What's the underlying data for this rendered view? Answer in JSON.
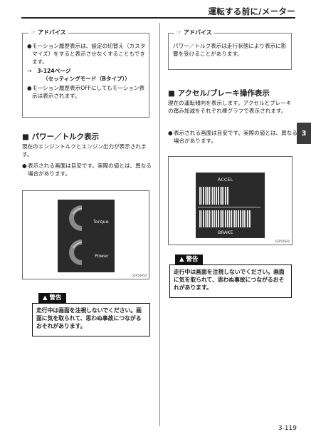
{
  "header": {
    "title": "運転する前に/メーター"
  },
  "advice_left": {
    "heading": "アドバイス",
    "item1": "モーション履歴表示は、設定の切替え（カスタマイズ）をすると表示させなくすることもできます。",
    "ref_arrow": "→",
    "ref_page": "3-124ページ",
    "ref_title": "（セッティングモード（Bタイプ））",
    "item2": "モーション履歴表示OFFにしてもモーション表示は表示されます。"
  },
  "advice_right": {
    "heading": "アドバイス",
    "text": "パワー／トルク表示は走行状態により表示に影響を受けることがあります。"
  },
  "section_power": {
    "heading": "■ パワー／トルク表示",
    "body": "現在のエンジントルクとエンジン出力が表示されます。",
    "bullet": "表示される画面は目安です。実際の値とは、異なる場合があります。"
  },
  "figure_power": {
    "label_torque": "Torque",
    "label_power": "Power",
    "code": "52R50910"
  },
  "section_accel": {
    "heading": "■ アクセル/ブレーキ操作表示",
    "body": "現在の運転傾向を表示します。アクセルとブレーキの踏み加減をそれぞれ棒グラフで表示されます。",
    "bullet": "表示される画面は目安です。実際の値とは、異なる場合があります。"
  },
  "figure_accel": {
    "label_accel": "ACCEL",
    "label_brake": "BRAKE",
    "code": "52R50920"
  },
  "warning_left": {
    "label": "警告",
    "text": "走行中は画面を注視しないでください。画面に気を取られて、思わぬ事故につながるおそれがあります。"
  },
  "warning_right": {
    "label": "警告",
    "text": "走行中は画面を注視しないでください。画面に気を取られて、思わぬ事故につながるおそれがあります。"
  },
  "bullet_char": "●",
  "hand_icon": "☞",
  "warn_icon": "▲",
  "chapter_tab": "3",
  "page_number": "3-119"
}
